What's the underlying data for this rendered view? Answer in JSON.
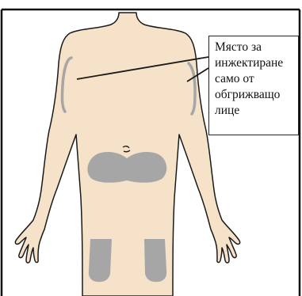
{
  "figure": {
    "callout_text": "Място за\nинжектиране\nсамо от\nобгрижващо\nлице",
    "colors": {
      "skin": "#f5e2c8",
      "outline": "#1a1a1a",
      "injection_site": "#a6a6a6",
      "frame": "#111111"
    },
    "injection_sites": [
      "upper-arm-right",
      "upper-arm-left",
      "abdomen",
      "thigh-right",
      "thigh-left"
    ]
  }
}
